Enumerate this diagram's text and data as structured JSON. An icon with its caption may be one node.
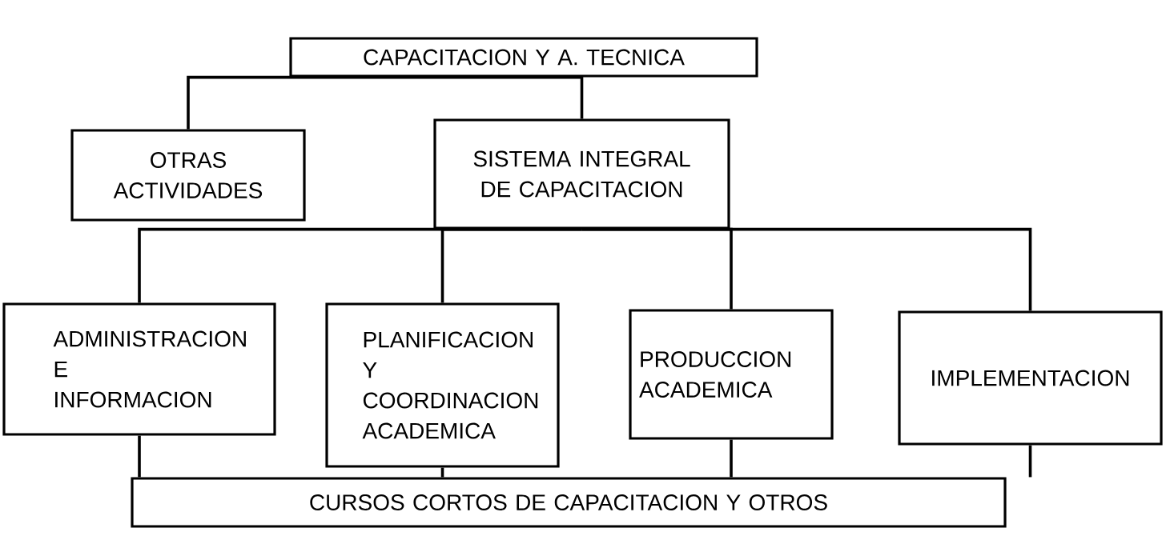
{
  "diagram": {
    "nodes": [
      {
        "text": [
          "CAPACITACION Y A. TECNICA"
        ]
      },
      {
        "text": [
          "OTRAS ACTIVIDADES"
        ]
      },
      {
        "text": [
          "SISTEMA INTEGRAL DE CAPACITACION"
        ]
      },
      {
        "text": [
          "ADMINISTRACION E INFORMACION"
        ]
      },
      {
        "text": [
          "PLANIFICACION Y COORDINACION ACADEMICA"
        ]
      },
      {
        "text": [
          "PRODUCCION ACADEMICA"
        ]
      },
      {
        "text": [
          "IMPLEMENTACION"
        ]
      },
      {
        "text": [
          "CURSOS CORTOS DE CAPACITACION Y OTROS"
        ]
      }
    ],
    "edges": [
      {
        "from": 0,
        "to": 1,
        "arrow": "none"
      },
      {
        "from": 0,
        "to": 2,
        "arrow": "none"
      },
      {
        "from": 2,
        "to": 3,
        "arrow": "none"
      },
      {
        "from": 2,
        "to": 4,
        "arrow": "none"
      },
      {
        "from": 2,
        "to": 5,
        "arrow": "none"
      },
      {
        "from": 2,
        "to": 6,
        "arrow": "none"
      },
      {
        "from": 3,
        "to": 7,
        "arrow": "none"
      },
      {
        "from": 4,
        "to": 7,
        "arrow": "none"
      },
      {
        "from": 5,
        "to": 7,
        "arrow": "none"
      },
      {
        "from": 6,
        "to": 7,
        "arrow": "none"
      }
    ]
  }
}
